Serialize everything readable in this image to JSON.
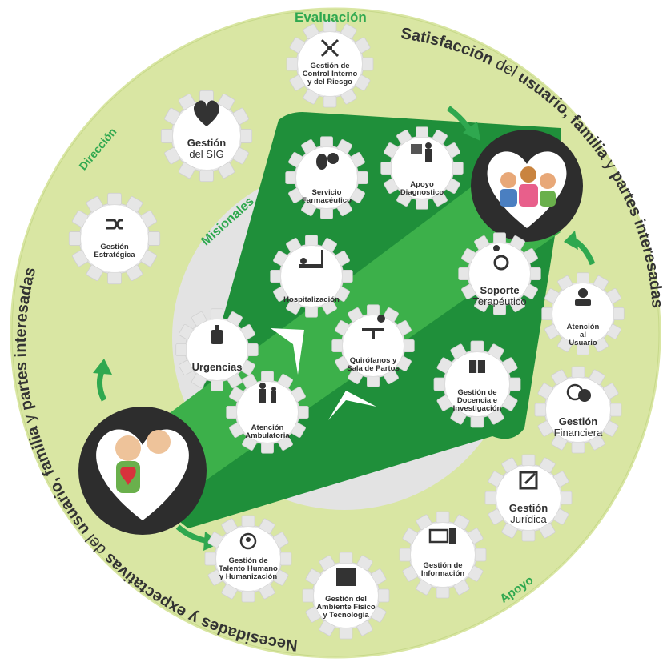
{
  "categories": {
    "evaluacion": "Evaluación",
    "direccion": "Dirección",
    "misionales": "Misionales",
    "apoyo": "Apoyo"
  },
  "outer_texts": {
    "top": {
      "satisfaccion": "Satisfacción",
      "del": " del ",
      "usuario": "usuario,",
      "familia": " familia",
      "y": " y ",
      "partes": "partes interesadas"
    },
    "left": {
      "necesidades": "Necesidades y expectativas",
      "del": " del ",
      "usuario": "usuario,",
      "familia": " familia",
      "y": " y ",
      "partes": "partes interesadas"
    }
  },
  "processes": {
    "control_interno": {
      "l1": "Gestión de",
      "l2": "Control Interno",
      "l3": "y del Riesgo"
    },
    "sig": {
      "l1": "Gestión",
      "l2": "del SIG"
    },
    "estrategica": {
      "l1": "Gestión",
      "l2": "Estratégica"
    },
    "farmaceutico": {
      "l1": "Servicio",
      "l2": "Farmacéutico"
    },
    "diagnostico": {
      "l1": "Apoyo",
      "l2": "Diagnostico"
    },
    "hospitalizacion": {
      "l1": "Hospitalización"
    },
    "urgencias": {
      "l1": "Urgencias"
    },
    "quirofanos": {
      "l1": "Quirófanos y",
      "l2": "Sala de Partos"
    },
    "ambulatoria": {
      "l1": "Atención",
      "l2": "Ambulatoria"
    },
    "terapeutico": {
      "l1": "Soporte",
      "l2": "Terapéutico"
    },
    "docencia": {
      "l1": "Gestión de",
      "l2": "Docencia e",
      "l3": "Investigación"
    },
    "atencion_usuario": {
      "l1": "Atención",
      "l2": "al",
      "l3": "Usuario"
    },
    "financiera": {
      "l1": "Gestión",
      "l2": "Financiera"
    },
    "juridica": {
      "l1": "Gestión",
      "l2": "Jurídica"
    },
    "informacion": {
      "l1": "Gestión de",
      "l2": "Información"
    },
    "ambiente": {
      "l1": "Gestión del",
      "l2": "Ambiente Físico",
      "l3": "y Tecnología"
    },
    "talento": {
      "l1": "Gestión de",
      "l2": "Talento Humano",
      "l3": "y Humanización"
    }
  },
  "colors": {
    "outer_ring": "#d9e6a3",
    "dark_green": "#1f8f3a",
    "light_green": "#3cb04a",
    "gray_circle": "#e3e3e3",
    "gear": "#e6e6e6",
    "text": "#2f2f2f",
    "accent": "#2fa84f"
  },
  "icons": [
    "compress-arrows-icon",
    "heart-leaf-icon",
    "shuffle-icon",
    "pill-leaf-icon",
    "doctor-board-icon",
    "hospital-bed-icon",
    "medicine-bottle-icon",
    "surgery-table-icon",
    "family-icon",
    "wheelchair-icon",
    "book-icon",
    "user-headset-icon",
    "money-icon",
    "edit-icon",
    "computer-icon",
    "building-icon",
    "user-circle-icon",
    "heart-people-icon",
    "patient-doctor-icon"
  ]
}
